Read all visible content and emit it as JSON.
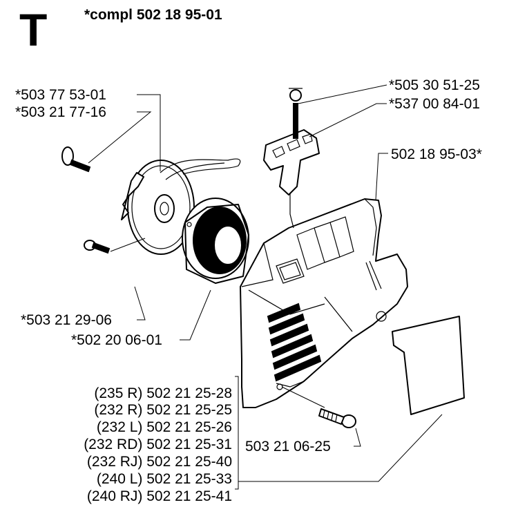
{
  "section_letter": "T",
  "header": "*compl 502 18 95-01",
  "labels": {
    "l_503_77_53_01": "*503 77 53-01",
    "l_503_21_77_16": "*503 21 77-16",
    "l_505_30_51_25": "*505 30 51-25",
    "l_537_00_84_01": "*537 00 84-01",
    "l_502_18_95_03": "502 18 95-03*",
    "l_503_21_29_06": "*503 21 29-06",
    "l_502_20_06_01": "*502 20 06-01",
    "l_503_21_06_25": "503 21 06-25"
  },
  "cover_variants": [
    "(235 R) 502 21 25-28",
    "(232 R) 502 21 25-25",
    "(232 L) 502 21 25-26",
    "(232 RD) 502 21 25-31",
    "(232 RJ) 502 21 25-40",
    "(240 L) 502 21 25-33",
    "(240 RJ) 502 21 25-41"
  ]
}
